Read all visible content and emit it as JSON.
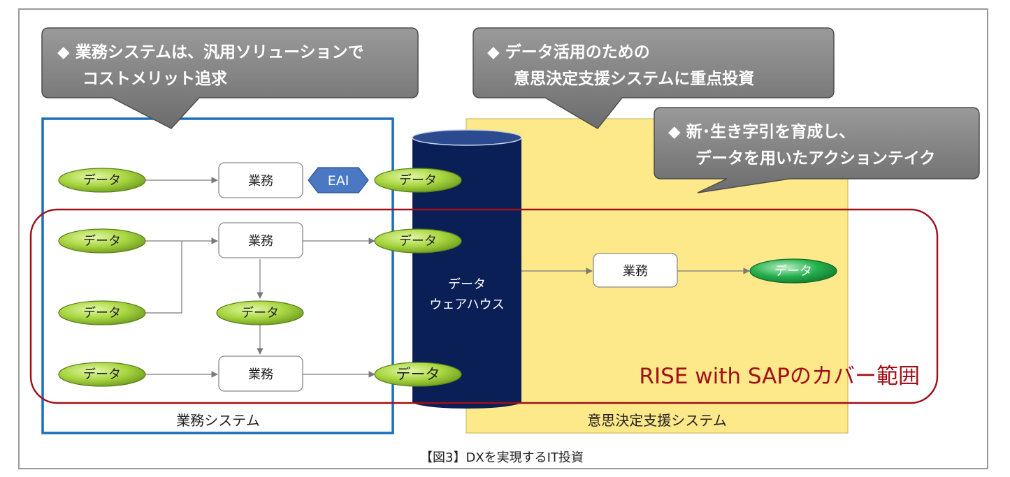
{
  "callouts": {
    "left": {
      "line1": "◆ 業務システムは、汎用ソリューションで",
      "line2": "コストメリット追求"
    },
    "middle": {
      "line1": "◆ データ活用のための",
      "line2": "意思決定支援システムに重点投資"
    },
    "right": {
      "line1": "◆ 新･生き字引を育成し、",
      "line2": "データを用いたアクションテイク"
    }
  },
  "nodes": {
    "data_label": "データ",
    "task_label": "業務",
    "eai_label": "EAI",
    "warehouse_line1": "データ",
    "warehouse_line2": "ウェアハウス"
  },
  "regions": {
    "business_system": "業務システム",
    "decision_support": "意思決定支援システム",
    "rise_scope": "RISE with SAPのカバー範囲"
  },
  "caption": "【図3】DXを実現するIT投資",
  "colors": {
    "data_green": "#9ccf3a",
    "data_green_highlight": "#22a84a",
    "warehouse_navy": "#0a1f55",
    "decision_yellow": "#fde88a",
    "business_blue": "#1a6fb8",
    "rise_red": "#a01018",
    "callout_gray": "#7c7c7c",
    "eai_blue": "#4a78c2"
  }
}
